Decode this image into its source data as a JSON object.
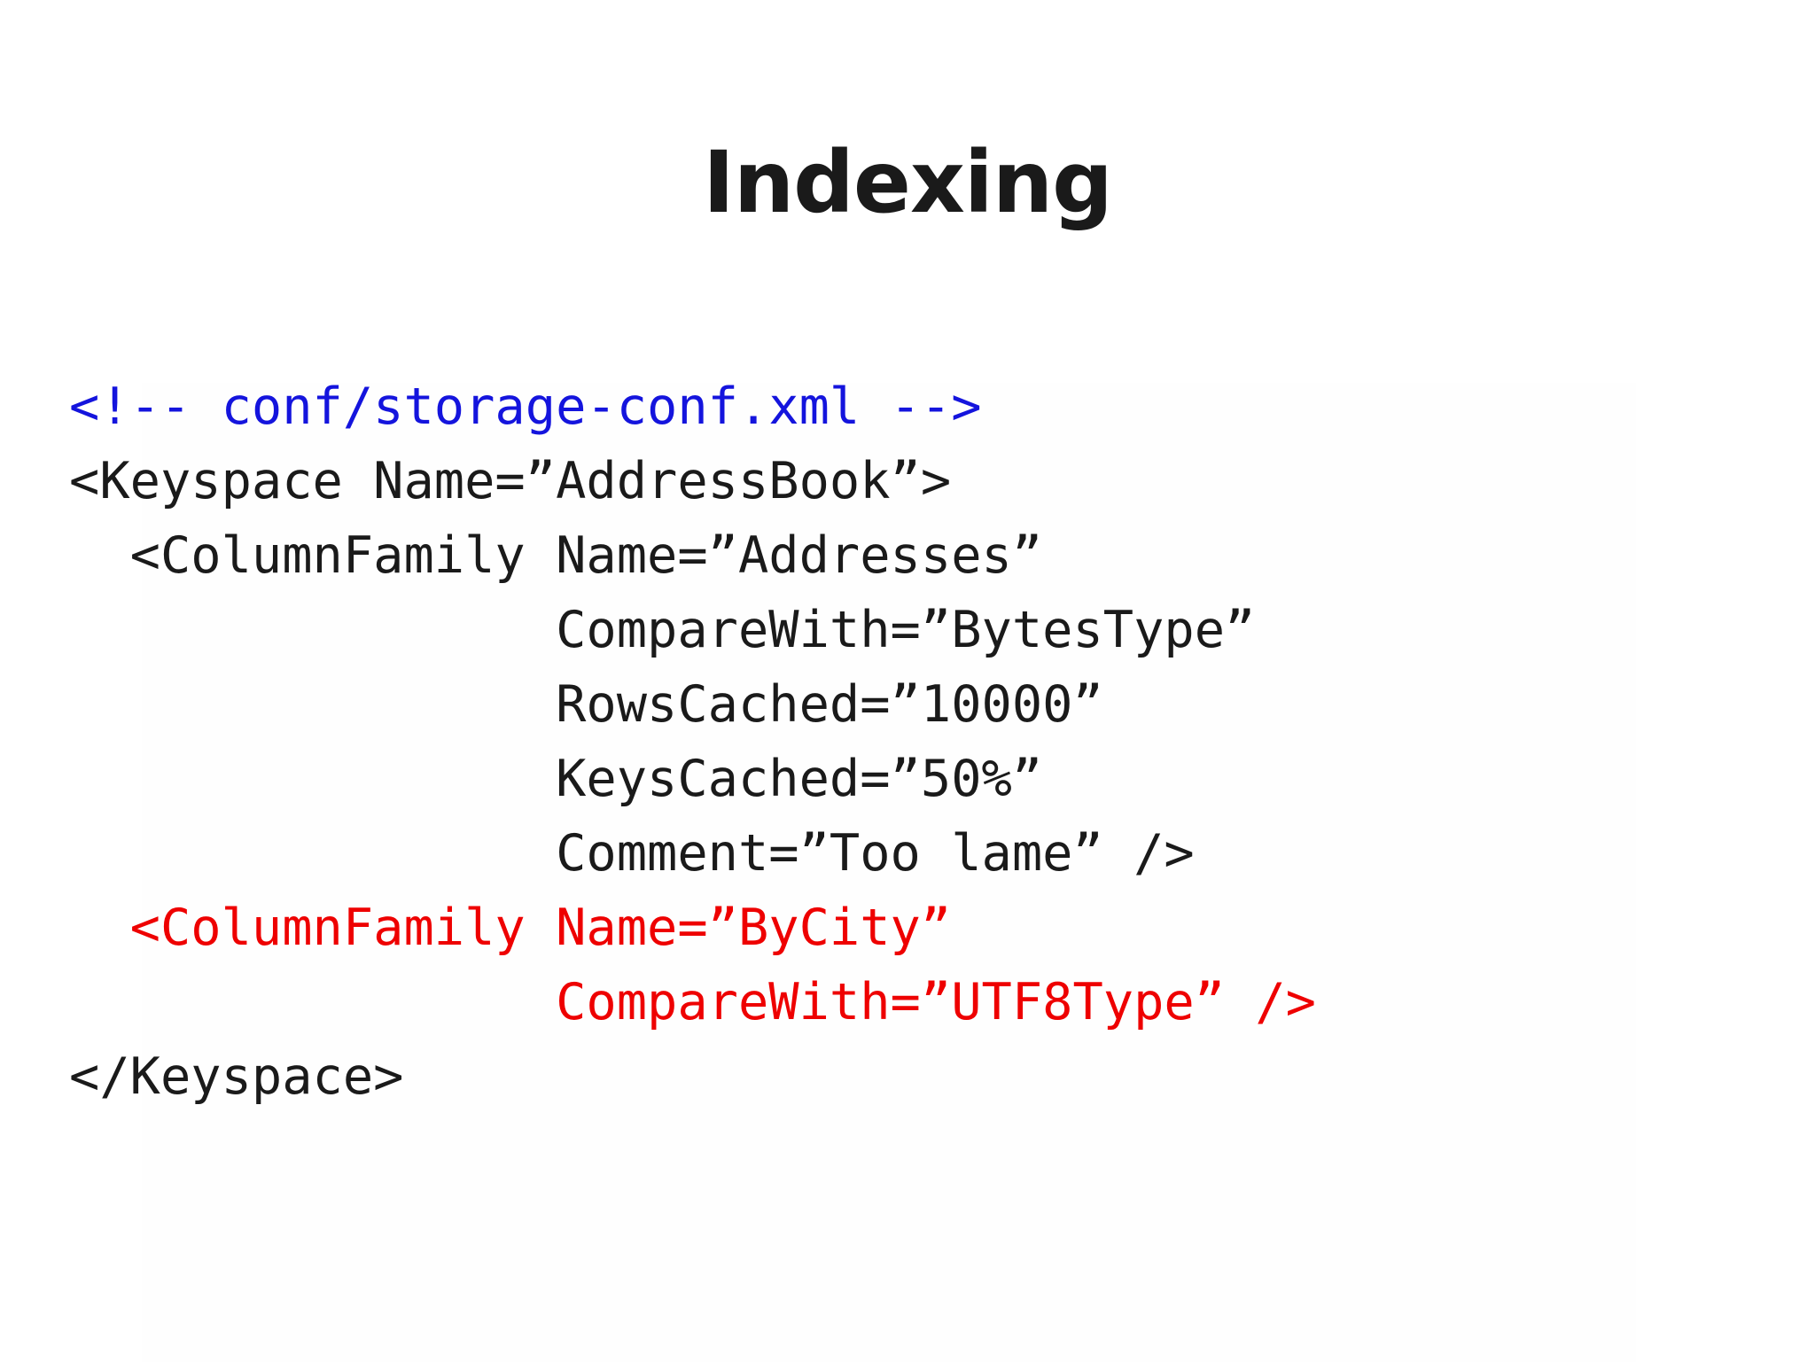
{
  "slide": {
    "title": "Indexing",
    "title_color": "#1a1a1a",
    "background_color": "#ffffff",
    "code": {
      "language": "xml",
      "colors": {
        "default": "#1a1a1a",
        "comment": "#1414dd",
        "highlight": "#ee0000"
      },
      "lines": [
        {
          "text": "<!-- conf/storage-conf.xml -->",
          "color": "comment"
        },
        {
          "text": "<Keyspace Name=”AddressBook”>",
          "color": "default"
        },
        {
          "text": "  <ColumnFamily Name=”Addresses”",
          "color": "default"
        },
        {
          "text": "                CompareWith=”BytesType”",
          "color": "default"
        },
        {
          "text": "                RowsCached=”10000”",
          "color": "default"
        },
        {
          "text": "                KeysCached=”50%”",
          "color": "default"
        },
        {
          "text": "                Comment=”Too lame” />",
          "color": "default"
        },
        {
          "text": "  <ColumnFamily Name=”ByCity”",
          "color": "highlight"
        },
        {
          "text": "                CompareWith=”UTF8Type” />",
          "color": "highlight"
        },
        {
          "text": "</Keyspace>",
          "color": "default"
        }
      ]
    }
  }
}
